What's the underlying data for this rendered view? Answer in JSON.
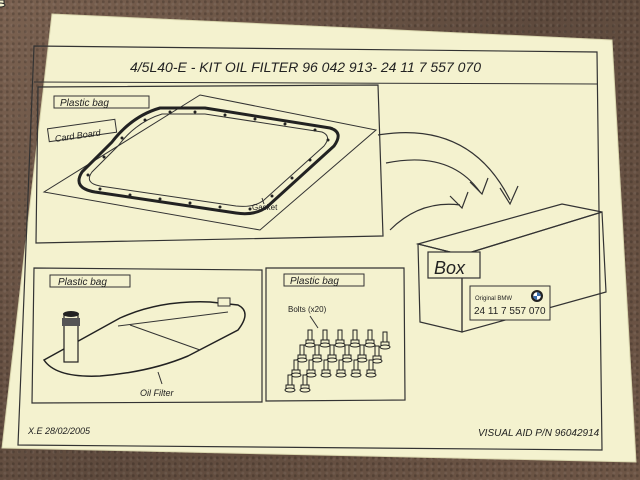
{
  "title": "4/5L40-E - KIT OIL FILTER  96 042 913- 24 11 7 557 070",
  "panels": {
    "top": {
      "plastic_bag_label": "Plastic bag",
      "card_board_label": "Card Board",
      "gasket_label": "Gasket"
    },
    "bottom_left": {
      "plastic_bag_label": "Plastic bag",
      "oil_filter_label": "Oil Filter"
    },
    "bottom_middle": {
      "plastic_bag_label": "Plastic bag",
      "bolts_label": "Bolts (x20)"
    }
  },
  "box": {
    "label": "Box",
    "original_label": "Original BMW",
    "part_number": "24 11 7 557 070",
    "logo_icon": "bmw-roundel-icon"
  },
  "footer": {
    "author_date": "X.E 28/02/2005",
    "visual_aid": "VISUAL AID P/N 96042914"
  },
  "colors": {
    "paper": "#f4f2cf",
    "ink": "#2a2a2a",
    "carpet": "#6b5446"
  }
}
